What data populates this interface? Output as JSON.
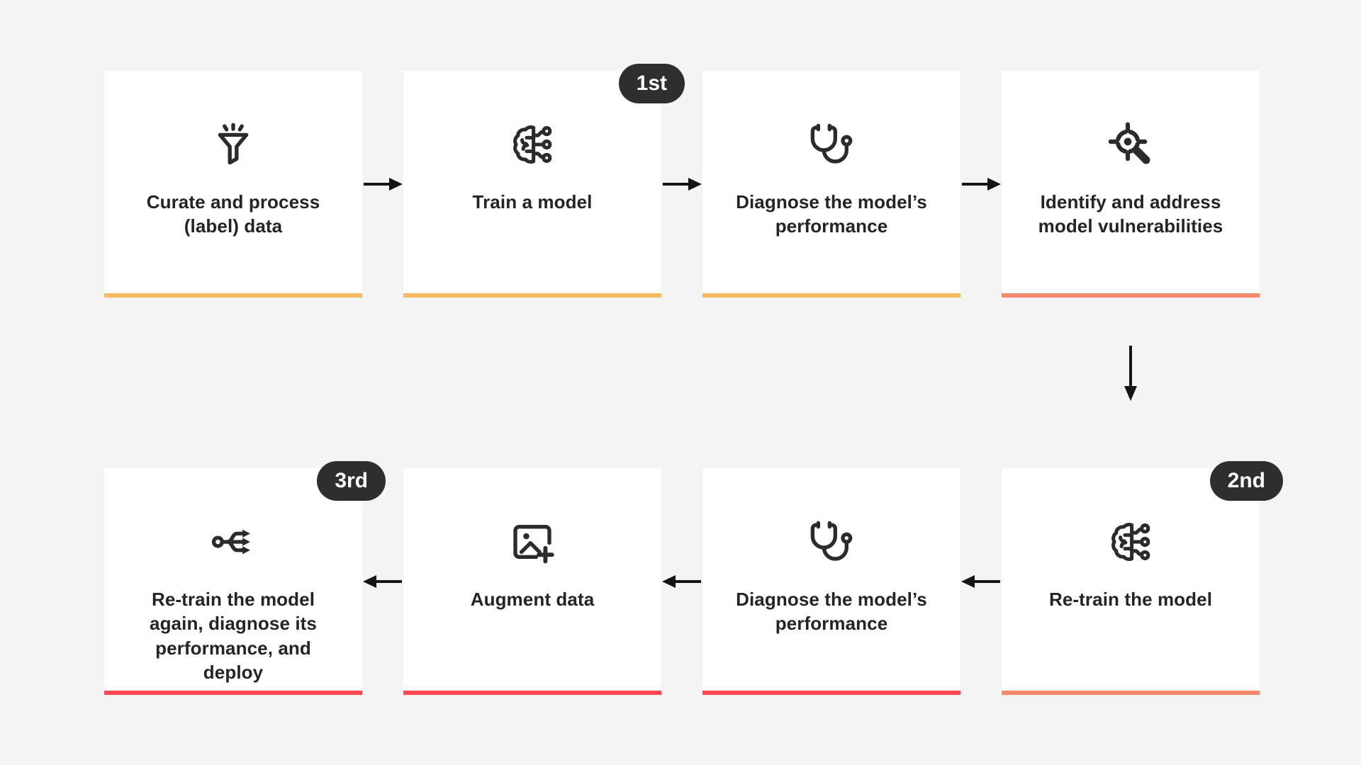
{
  "page": {
    "background": "#F4F4F5",
    "description_labels": {
      "badge_first": "1st",
      "badge_second": "2nd",
      "badge_third": "3rd"
    }
  },
  "palette": {
    "card_bg": "#FFFFFF",
    "text": "#242424",
    "icon": "#2B2B2B",
    "arrow": "#141414",
    "badge_bg": "#2E2E2E",
    "badge_text": "#FFFFFF",
    "accent_amber": "#F7BA61",
    "accent_salmon": "#F5896A",
    "accent_red": "#FB474D"
  },
  "cards": [
    {
      "id": "curate",
      "label": "Curate and process (label) data",
      "icon": "funnel-sparkles-icon",
      "accent": "#F7BA61",
      "badge": ""
    },
    {
      "id": "train",
      "label": "Train a model",
      "icon": "ai-brain-circuit-icon",
      "accent": "#F7BA61",
      "badge": "1st"
    },
    {
      "id": "diagnose-top",
      "label": "Diagnose the model’s performance",
      "icon": "stethoscope-icon",
      "accent": "#F7BA61",
      "badge": ""
    },
    {
      "id": "identify",
      "label": "Identify and address model vulnerabilities",
      "icon": "crosshair-magnifier-icon",
      "accent": "#F5896A",
      "badge": ""
    },
    {
      "id": "retrain",
      "label": "Re-train the model",
      "icon": "ai-brain-circuit-icon",
      "accent": "#F5896A",
      "badge": "2nd"
    },
    {
      "id": "diagnose-bottom",
      "label": "Diagnose the model’s performance",
      "icon": "stethoscope-icon",
      "accent": "#FB474D",
      "badge": ""
    },
    {
      "id": "augment",
      "label": "Augment data",
      "icon": "image-plus-icon",
      "accent": "#FB474D",
      "badge": ""
    },
    {
      "id": "retrain-deploy",
      "label": "Re-train the model again, diagnose its performance, and deploy",
      "icon": "split-branch-icon",
      "accent": "#FB474D",
      "badge": "3rd"
    }
  ]
}
